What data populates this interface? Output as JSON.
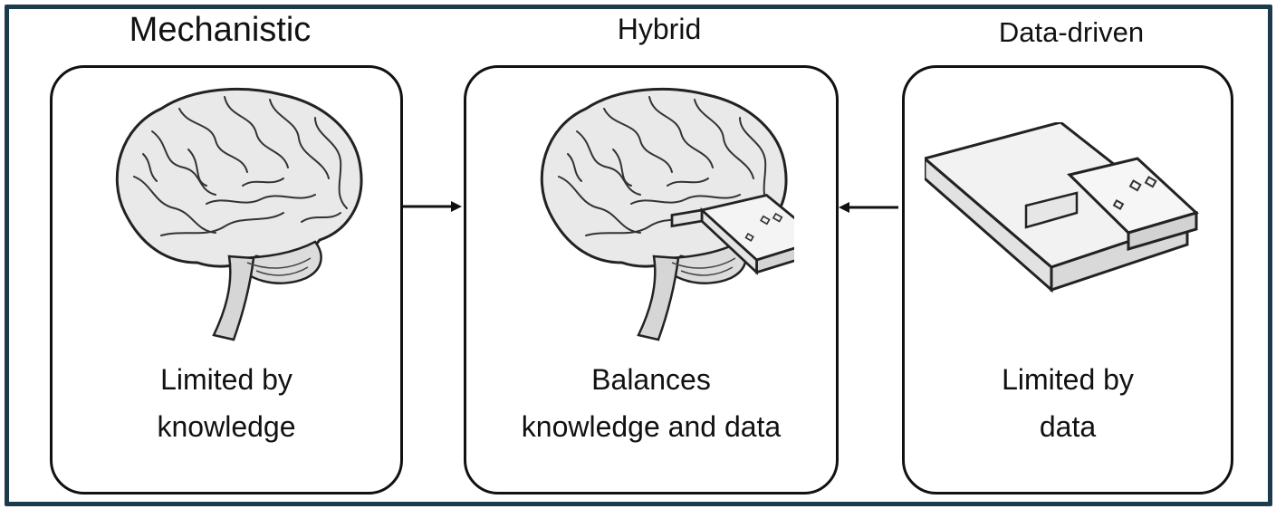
{
  "panels": {
    "mechanistic": {
      "title": "Mechanistic",
      "caption_line1": "Limited by",
      "caption_line2": "knowledge",
      "illustration": "brain-icon"
    },
    "hybrid": {
      "title": "Hybrid",
      "caption_line1": "Balances",
      "caption_line2": "knowledge and data",
      "illustration": "brain-with-usb-icon"
    },
    "data_driven": {
      "title": "Data-driven",
      "caption_line1": "Limited by",
      "caption_line2": "data",
      "illustration": "usb-drive-icon"
    }
  },
  "arrows": [
    "mechanistic-to-hybrid",
    "data-driven-to-hybrid"
  ],
  "colors": {
    "frame_border": "#1b3a4b",
    "line": "#111111",
    "background": "#ffffff"
  }
}
